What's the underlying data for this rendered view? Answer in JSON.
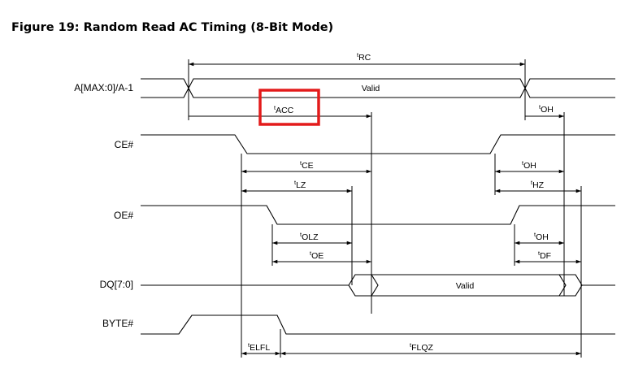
{
  "figure": {
    "title": "Figure 19: Random Read AC Timing (8-Bit Mode)"
  },
  "signals": {
    "address": "A[MAX:0]/A-1",
    "ce": "CE#",
    "oe": "OE#",
    "dq": "DQ[7:0]",
    "byte": "BYTE#"
  },
  "bus_values": {
    "address_valid": "Valid",
    "dq_valid": "Valid"
  },
  "timings": {
    "rc": {
      "pre": "t",
      "sub": "RC"
    },
    "acc": {
      "pre": "t",
      "sub": "ACC"
    },
    "oh_addr": {
      "pre": "t",
      "sub": "OH"
    },
    "ce": {
      "pre": "t",
      "sub": "CE"
    },
    "lz": {
      "pre": "t",
      "sub": "LZ"
    },
    "oh_ce": {
      "pre": "t",
      "sub": "OH"
    },
    "hz": {
      "pre": "t",
      "sub": "HZ"
    },
    "olz": {
      "pre": "t",
      "sub": "OLZ"
    },
    "oe": {
      "pre": "t",
      "sub": "OE"
    },
    "oh_oe": {
      "pre": "t",
      "sub": "OH"
    },
    "df": {
      "pre": "t",
      "sub": "DF"
    },
    "elfl": {
      "pre": "t",
      "sub": "ELFL"
    },
    "flqz": {
      "pre": "t",
      "sub": "FLQZ"
    }
  },
  "highlight": {
    "target": "acc",
    "color": "#e31b1b"
  }
}
